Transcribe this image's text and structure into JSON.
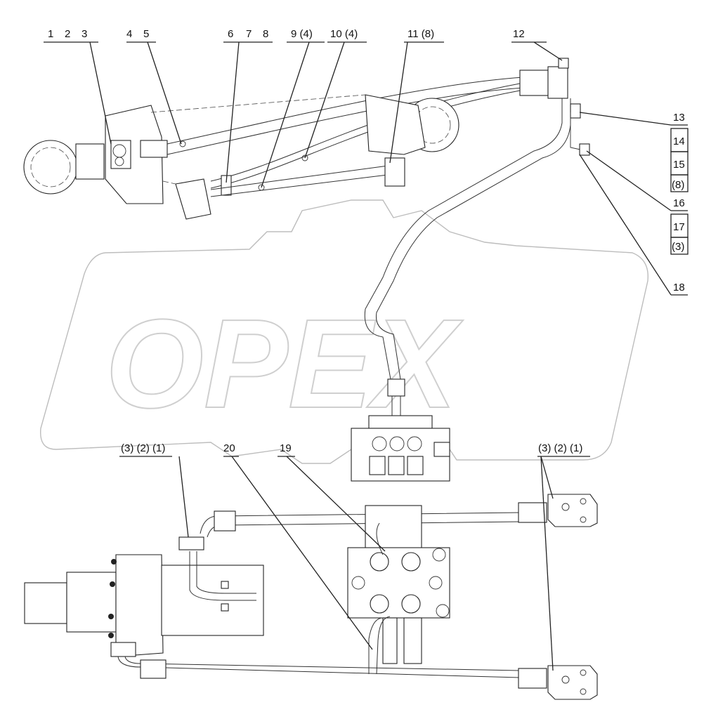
{
  "watermark": "OPEX",
  "callouts_top_left": [
    "1",
    "2",
    "3"
  ],
  "callouts_4_5": [
    "4",
    "5"
  ],
  "callouts_6_7_8": [
    "6",
    "7",
    "8"
  ],
  "callout_9": "9 (4)",
  "callout_10": "10 (4)",
  "callout_11": "11 (8)",
  "callout_12": "12",
  "side_stack": [
    "13",
    "14",
    "15",
    "(8)",
    "16",
    "17",
    "(3)"
  ],
  "callout_18": "18",
  "callout_left_group": "(3) (2) (1)",
  "callout_right_group": "(3) (2) (1)",
  "callout_19": "19",
  "callout_20": "20"
}
